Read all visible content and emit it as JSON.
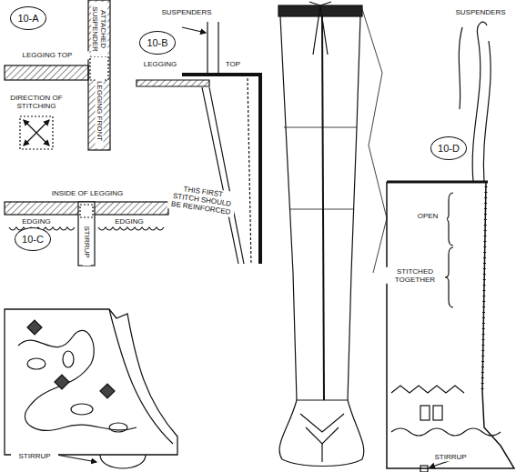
{
  "diagram": {
    "nodes": [
      {
        "text": [
          "10-A"
        ]
      },
      {
        "text": [
          "10-B"
        ]
      },
      {
        "text": [
          "10-C"
        ]
      },
      {
        "text": [
          "10-D"
        ]
      }
    ],
    "labels": [
      "LEGGING TOP",
      "ATTACHED SUSPENDER",
      "LEGGING FRONT",
      "DIRECTION OF STITCHING",
      "SUSPENDERS",
      "LEGGING",
      "TOP",
      "THIS FIRST STITCH SHOULD BE REINFORCED",
      "INSIDE OF LEGGING",
      "EDGING",
      "EDGING",
      "STIRRUP",
      "STIRRUP",
      "SUSPENDERS",
      "OPEN",
      "STITCHED TOGETHER",
      "STIRRUP"
    ]
  }
}
